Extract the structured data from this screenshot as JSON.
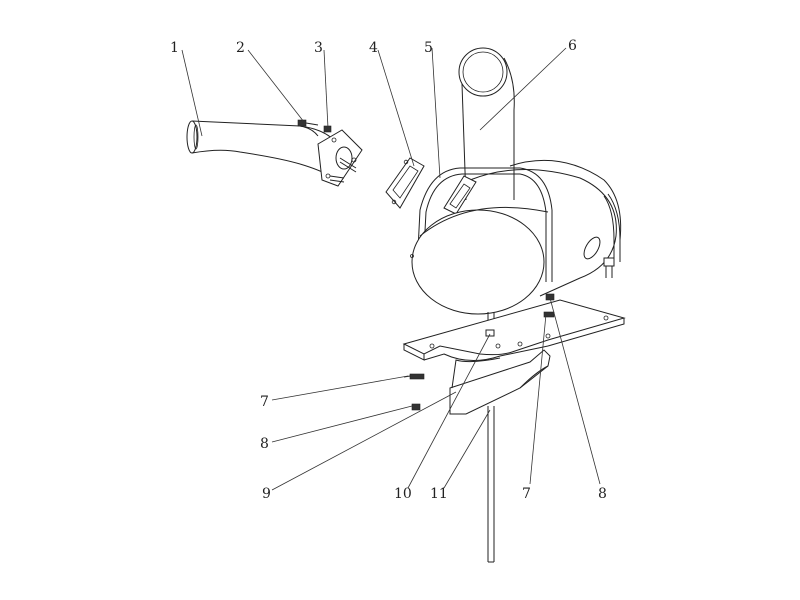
{
  "callouts": [
    {
      "id": "c1",
      "label": "1"
    },
    {
      "id": "c2",
      "label": "2"
    },
    {
      "id": "c3",
      "label": "3"
    },
    {
      "id": "c4",
      "label": "4"
    },
    {
      "id": "c5",
      "label": "5"
    },
    {
      "id": "c6",
      "label": "6"
    },
    {
      "id": "c7a",
      "label": "7"
    },
    {
      "id": "c8a",
      "label": "8"
    },
    {
      "id": "c9",
      "label": "9"
    },
    {
      "id": "c10",
      "label": "10"
    },
    {
      "id": "c11",
      "label": "11"
    },
    {
      "id": "c7b",
      "label": "7"
    },
    {
      "id": "c8b",
      "label": "8"
    }
  ]
}
